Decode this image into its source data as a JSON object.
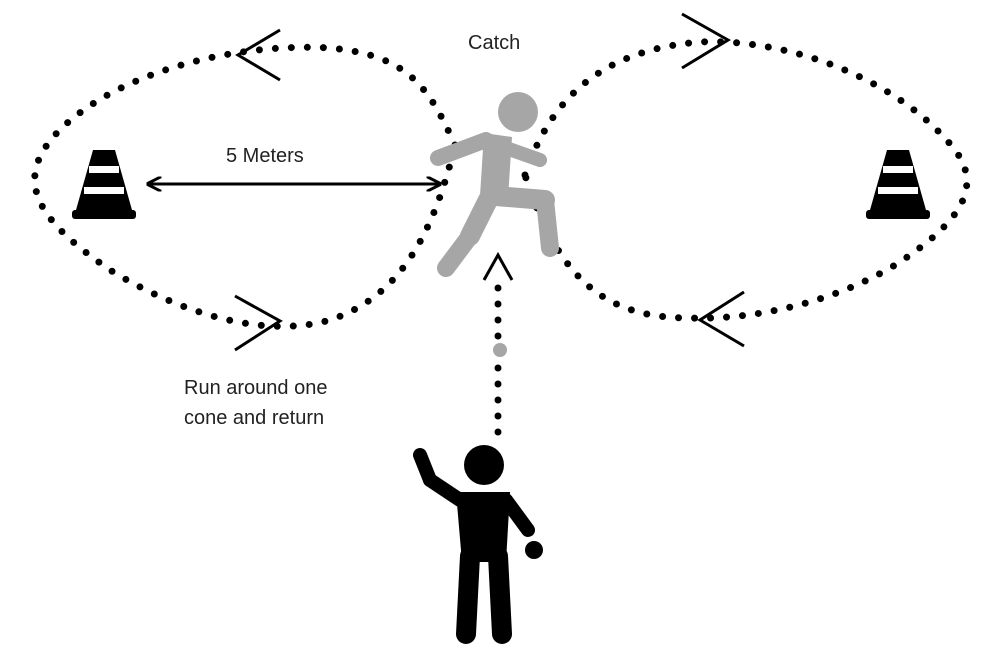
{
  "labels": {
    "catch": "Catch",
    "distance": "5 Meters",
    "instruction_line1": "Run around one",
    "instruction_line2": "cone and return"
  },
  "colors": {
    "ink": "#000000",
    "runner": "#a6a6a6",
    "text": "#222222"
  },
  "icons": [
    "traffic-cone-icon",
    "running-person-icon",
    "thrower-person-icon",
    "ball-icon",
    "direction-arrow-icon",
    "double-headed-arrow-icon"
  ]
}
